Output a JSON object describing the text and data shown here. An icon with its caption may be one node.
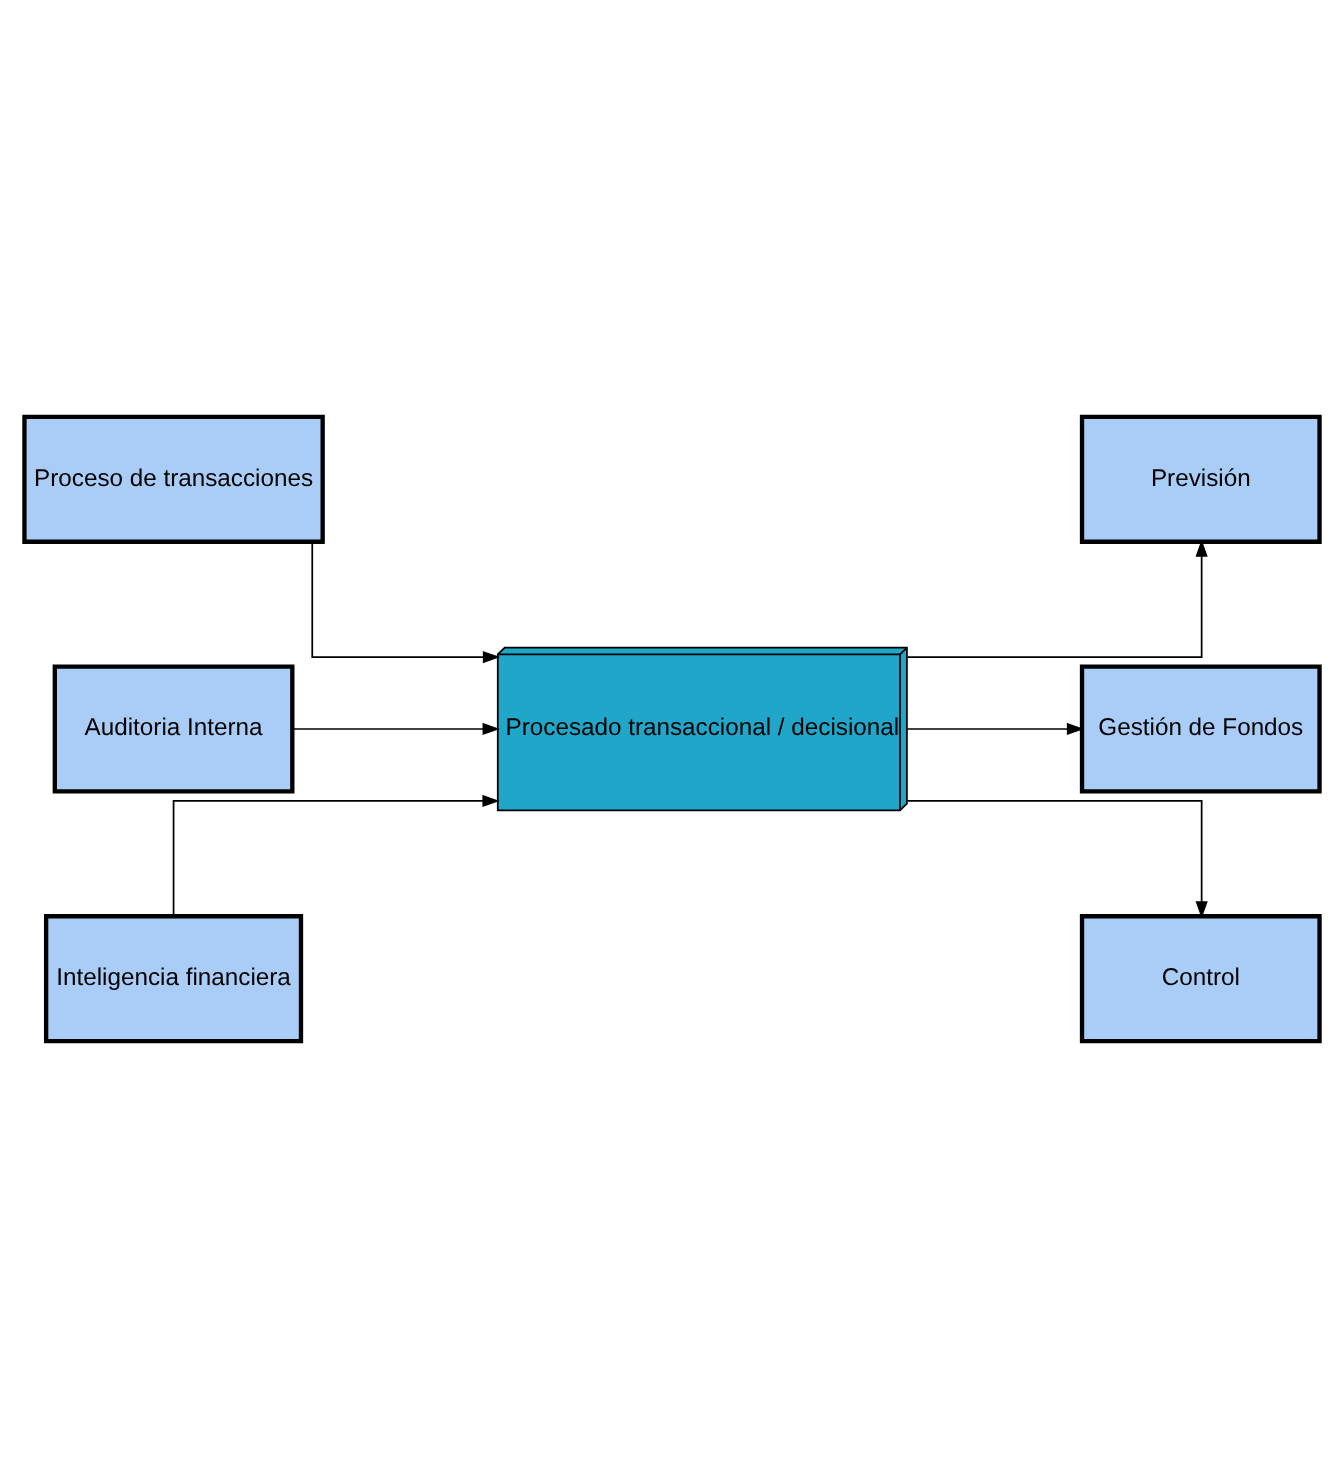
{
  "diagram": {
    "nodes": [
      {
        "text": [
          "Proceso de transacciones"
        ]
      },
      {
        "text": [
          "Auditoria Interna"
        ]
      },
      {
        "text": [
          "Inteligencia financiera"
        ]
      },
      {
        "text": [
          "Procesado transaccional / decisional"
        ]
      },
      {
        "text": [
          "Previsión"
        ]
      },
      {
        "text": [
          "Gestión de Fondos"
        ]
      },
      {
        "text": [
          "Control"
        ]
      }
    ],
    "edges": [
      {
        "from": 0,
        "to": 3,
        "arrow": "to"
      },
      {
        "from": 1,
        "to": 3,
        "arrow": "to"
      },
      {
        "from": 2,
        "to": 3,
        "arrow": "to"
      },
      {
        "from": 3,
        "to": 4,
        "arrow": "to"
      },
      {
        "from": 3,
        "to": 5,
        "arrow": "to"
      },
      {
        "from": 3,
        "to": 6,
        "arrow": "to"
      }
    ]
  }
}
